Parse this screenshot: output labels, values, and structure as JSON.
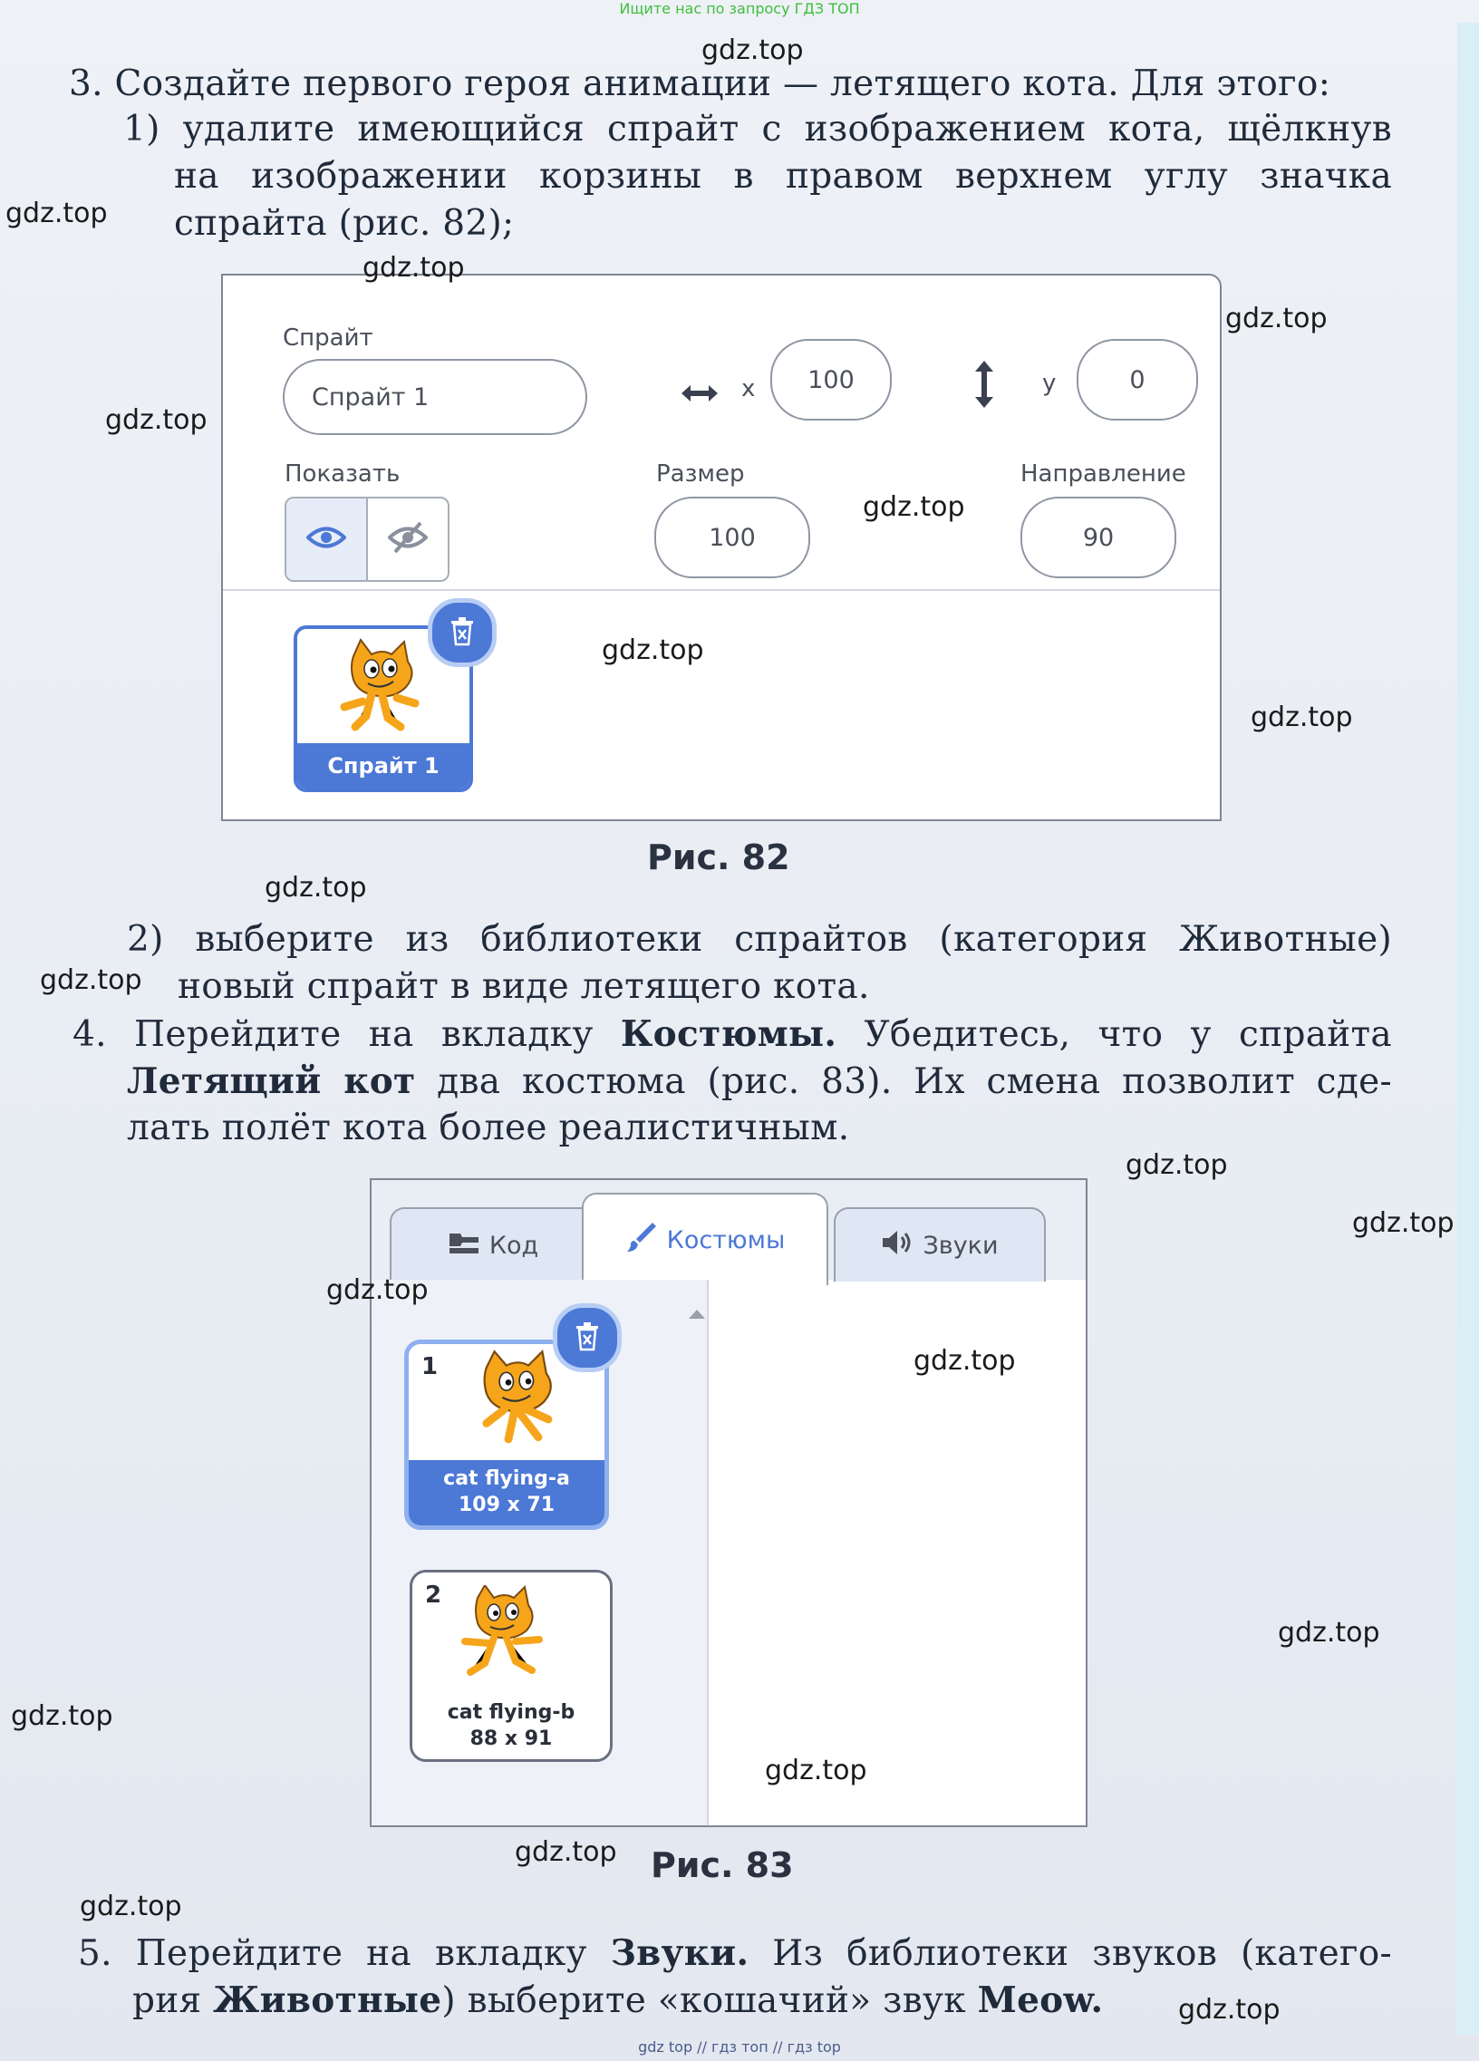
{
  "banner_top": "Ищите нас по запросу ГДЗ ТОП",
  "banner_bottom": "gdz top  //  гдз топ  //  гдз top",
  "watermark": "gdz.top",
  "text": {
    "l1": "3. Создайте первого героя анимации — летящего кота. Для этого:",
    "l2": "1) удалите имеющийся спрайт с изображением кота, щёлкнув",
    "l3": "на изображении корзины в правом верхнем углу значка",
    "l4": "спрайта (рис. 82);",
    "l5": "2) выберите из библиотеки спрайтов (категория Животные)",
    "l6": "новый спрайт в виде летящего кота.",
    "l7a": "4. Перейдите на вкладку ",
    "l7b": "Костюмы.",
    "l7c": " Убедитесь, что у спрайта",
    "l8a": "Летящий кот",
    "l8b": " два костюма (рис. 83). Их смена позволит сде-",
    "l9": "лать полёт кота более реалистичным.",
    "l10a": "5. Перейдите на вкладку ",
    "l10b": "Звуки.",
    "l10c": " Из библиотеки звуков (катего-",
    "l11a": "рия ",
    "l11b": "Животные",
    "l11c": ") выберите «кошачий» звук ",
    "l11d": "Meow."
  },
  "fig82": {
    "caption": "Рис. 82",
    "sprite_label": "Спрайт",
    "sprite_name": "Спрайт 1",
    "x_label": "x",
    "x_value": "100",
    "y_label": "y",
    "y_value": "0",
    "show_label": "Показать",
    "size_label": "Размер",
    "size_value": "100",
    "direction_label": "Направление",
    "direction_value": "90",
    "thumb_name": "Спрайт 1"
  },
  "fig83": {
    "caption": "Рис. 83",
    "tabs": [
      "Код",
      "Костюмы",
      "Звуки"
    ],
    "costumes": [
      {
        "num": "1",
        "name": "cat flying-a",
        "size": "109 x 71"
      },
      {
        "num": "2",
        "name": "cat flying-b",
        "size": "88 x 91"
      }
    ]
  }
}
